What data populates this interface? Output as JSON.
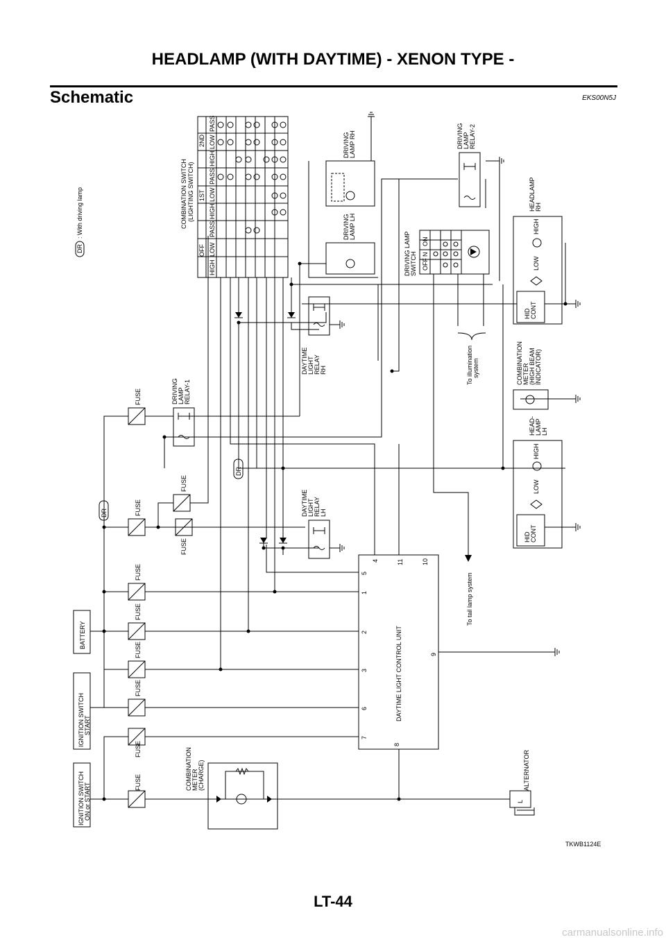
{
  "page": {
    "title": "HEADLAMP (WITH DAYTIME) - XENON TYPE -",
    "section": "Schematic",
    "doc_code": "EKS00N5J",
    "figure_code": "TKWB1124E",
    "page_number": "LT-44",
    "watermark": "carmanualsonline.info"
  },
  "legend": {
    "symbol": "DR",
    "text": ": With driving lamp"
  },
  "labels": {
    "fuse": "FUSE",
    "ign_on_1": "IGNITION SWITCH",
    "ign_on_2": "ON or START",
    "ign_start_1": "IGNITION SWITCH",
    "ign_start_2": "START",
    "battery": "BATTERY",
    "dr": "DR",
    "meter_charge_1": "COMBINATION",
    "meter_charge_2": "METER",
    "meter_charge_3": "(CHARGE)",
    "alternator": "ALTERNATOR",
    "alt_terminal": "L",
    "dlcu": "DAYTIME LIGHT CONTROL UNIT",
    "pin_7": "7",
    "pin_6": "6",
    "pin_3": "3",
    "pin_2": "2",
    "pin_1": "1",
    "pin_5": "5",
    "pin_4": "4",
    "pin_11": "11",
    "pin_10": "10",
    "pin_9": "9",
    "pin_8": "8",
    "tail": "To tail lamp system",
    "dtr_lh_1": "DAYTIME",
    "dtr_lh_2": "LIGHT",
    "dtr_lh_3": "RELAY",
    "dtr_lh_4": "LH",
    "dtr_rh_1": "DAYTIME",
    "dtr_rh_2": "LIGHT",
    "dtr_rh_3": "RELAY",
    "dtr_rh_4": "RH",
    "dlr1_1": "DRIVING",
    "dlr1_2": "LAMP",
    "dlr1_3": "RELAY-1",
    "dlr2_1": "DRIVING",
    "dlr2_2": "LAMP",
    "dlr2_3": "RELAY-2",
    "comb_sw_1": "COMBINATION SWITCH",
    "comb_sw_2": "(LIGHTING SWITCH)",
    "sw_off": "OFF",
    "sw_1st": "1ST",
    "sw_2nd": "2ND",
    "sw_high": "HIGH",
    "sw_low": "LOW",
    "sw_pass": "PASS",
    "dl_lh_1": "DRIVING",
    "dl_lh_2": "LAMP LH",
    "dl_rh_1": "DRIVING",
    "dl_rh_2": "LAMP RH",
    "dl_sw_1": "DRIVING LAMP",
    "dl_sw_2": "SWITCH",
    "dl_sw_off": "OFF",
    "dl_sw_n": "N",
    "dl_sw_on": "ON",
    "illum_1": "To illumination",
    "illum_2": "system",
    "meter_hb_1": "COMBINATION",
    "meter_hb_2": "METER",
    "meter_hb_3": "(HIGH BEAM",
    "meter_hb_4": "INDICATOR)",
    "hl_lh_1": "HEAD-",
    "hl_lh_2": "LAMP",
    "hl_lh_3": "LH",
    "hl_rh_1": "HEADLAMP",
    "hl_rh_2": "RH",
    "hid_1": "HID",
    "hid_2": "CONT",
    "low": "LOW",
    "high": "HIGH"
  }
}
